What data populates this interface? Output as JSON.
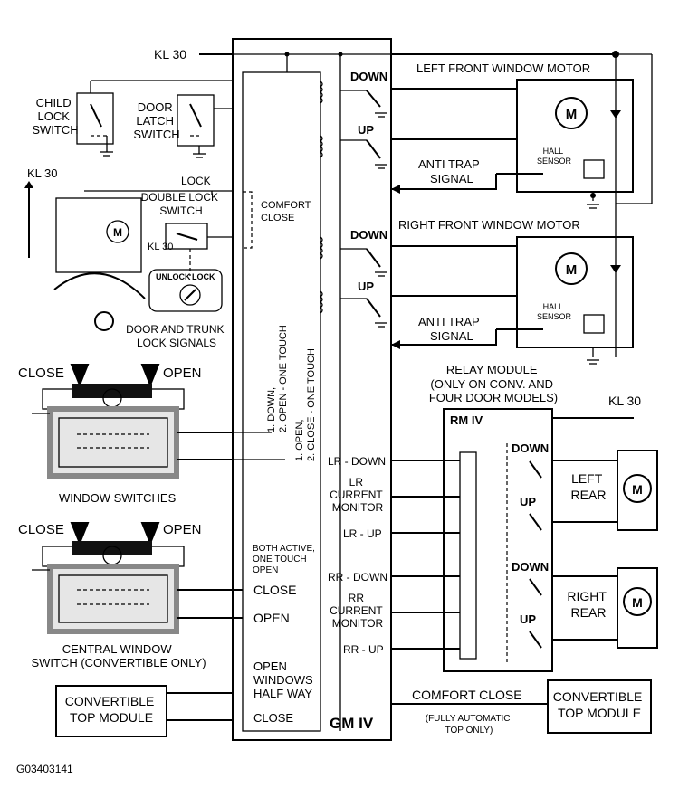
{
  "labels": {
    "kl30_top": "KL 30",
    "kl30_lock": "KL 30",
    "kl30_double": "KL 30",
    "kl30_relay": "KL 30",
    "child_lock_switch": [
      "CHILD",
      "LOCK",
      "SWITCH"
    ],
    "door_latch_switch": [
      "DOOR",
      "LATCH",
      "SWITCH"
    ],
    "lock": "LOCK",
    "comfort_close_bracket": [
      "COMFORT",
      "CLOSE"
    ],
    "double_lock_switch": [
      "DOUBLE LOCK",
      "SWITCH"
    ],
    "unlock": "UNLOCK",
    "lock_small": "LOCK",
    "door_trunk_lock_signals": [
      "DOOR AND TRUNK",
      "LOCK SIGNALS"
    ],
    "down": "DOWN",
    "up": "UP",
    "left_front_window_motor": "LEFT FRONT WINDOW MOTOR",
    "right_front_window_motor": "RIGHT FRONT WINDOW MOTOR",
    "hall_sensor": [
      "HALL",
      "SENSOR"
    ],
    "anti_trap_signal": [
      "ANTI TRAP",
      "SIGNAL"
    ],
    "down_open_one_touch": [
      "1. DOWN,",
      "2. OPEN - ONE TOUCH"
    ],
    "open_close_one_touch": [
      "1. OPEN,",
      "2. CLOSE - ONE TOUCH"
    ],
    "close": "CLOSE",
    "open": "OPEN",
    "window_switches": "WINDOW SWITCHES",
    "central_window_switch": [
      "CENTRAL WINDOW",
      "SWITCH (CONVERTIBLE ONLY)"
    ],
    "relay_module": [
      "RELAY MODULE",
      "(ONLY ON CONV. AND",
      "FOUR DOOR MODELS)"
    ],
    "rm_iv": "RM IV",
    "lr_down": "LR - DOWN",
    "lr_current_monitor": [
      "LR",
      "CURRENT",
      "MONITOR"
    ],
    "lr_up": "LR - UP",
    "rr_down": "RR - DOWN",
    "rr_current_monitor": [
      "RR",
      "CURRENT",
      "MONITOR"
    ],
    "rr_up": "RR - UP",
    "left_rear": [
      "LEFT",
      "REAR"
    ],
    "right_rear": [
      "RIGHT",
      "REAR"
    ],
    "motor_m": "M",
    "both_active": [
      "BOTH ACTIVE,",
      "ONE TOUCH",
      "OPEN"
    ],
    "gm_close": "CLOSE",
    "gm_open": "OPEN",
    "open_windows_half_way": [
      "OPEN",
      "WINDOWS",
      "HALF WAY"
    ],
    "gm_close_bottom": "CLOSE",
    "gm_iv": "GM IV",
    "convertible_top_module": [
      "CONVERTIBLE",
      "TOP MODULE"
    ],
    "comfort_close": "COMFORT CLOSE",
    "fully_automatic": [
      "(FULLY AUTOMATIC",
      "TOP ONLY)"
    ],
    "figure_id": "G03403141"
  }
}
